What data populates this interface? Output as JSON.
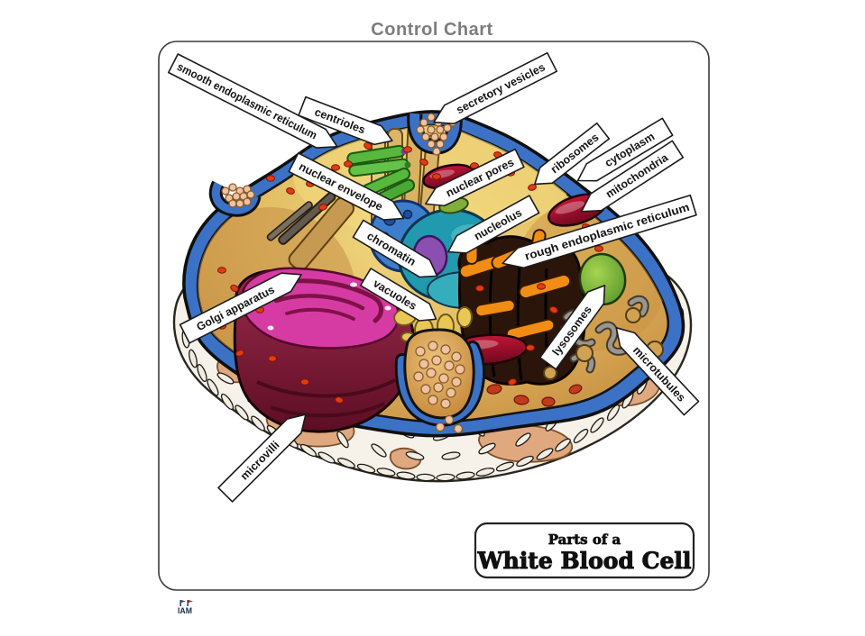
{
  "page": {
    "title": "Control Chart"
  },
  "diagram": {
    "caption": {
      "line1": "Parts of a",
      "line2": "White Blood Cell"
    },
    "labels": [
      {
        "id": "smooth-endoplasmic-reticulum",
        "text": "smooth endoplasmic reticulum"
      },
      {
        "id": "centrioles",
        "text": "centrioles"
      },
      {
        "id": "secretory-vesicles",
        "text": "secretory vesicles"
      },
      {
        "id": "nuclear-envelope",
        "text": "nuclear envelope"
      },
      {
        "id": "nuclear-pores",
        "text": "nuclear pores"
      },
      {
        "id": "ribosomes",
        "text": "ribosomes"
      },
      {
        "id": "cytoplasm",
        "text": "cytoplasm"
      },
      {
        "id": "mitochondria",
        "text": "mitochondria"
      },
      {
        "id": "nucleolus",
        "text": "nucleolus"
      },
      {
        "id": "chromatin",
        "text": "chromatin"
      },
      {
        "id": "rough-endoplasmic-reticulum",
        "text": "rough endoplasmic reticulum"
      },
      {
        "id": "vacuoles",
        "text": "vacuoles"
      },
      {
        "id": "golgi-apparatus",
        "text": "Golgi apparatus"
      },
      {
        "id": "lysosomes",
        "text": "lysosomes"
      },
      {
        "id": "microtubules",
        "text": "microtubules"
      },
      {
        "id": "microvilli",
        "text": "microvilli"
      }
    ]
  },
  "logo": {
    "text": "IAM"
  },
  "colors": {
    "membrane_blue": "#3b72c6",
    "cytoplasm_light": "#f2da83",
    "cytoplasm_dark": "#bd8c3e",
    "golgi_pink": "#d63ba3",
    "golgi_maroon": "#7c1f3c",
    "nucleus_blue": "#3c7ecb",
    "nucleus_teal": "#2199ae",
    "nucleolus_purple": "#8b4fb2",
    "rough_er_dark": "#2b150a",
    "er_orange": "#f18c15",
    "mitochondria_red": "#a40f2e",
    "lysosome_green": "#6db33c",
    "ribosome_red": "#e23b12",
    "vesicle_tan": "#eec3a0",
    "title_gray": "#7d7d7d"
  }
}
